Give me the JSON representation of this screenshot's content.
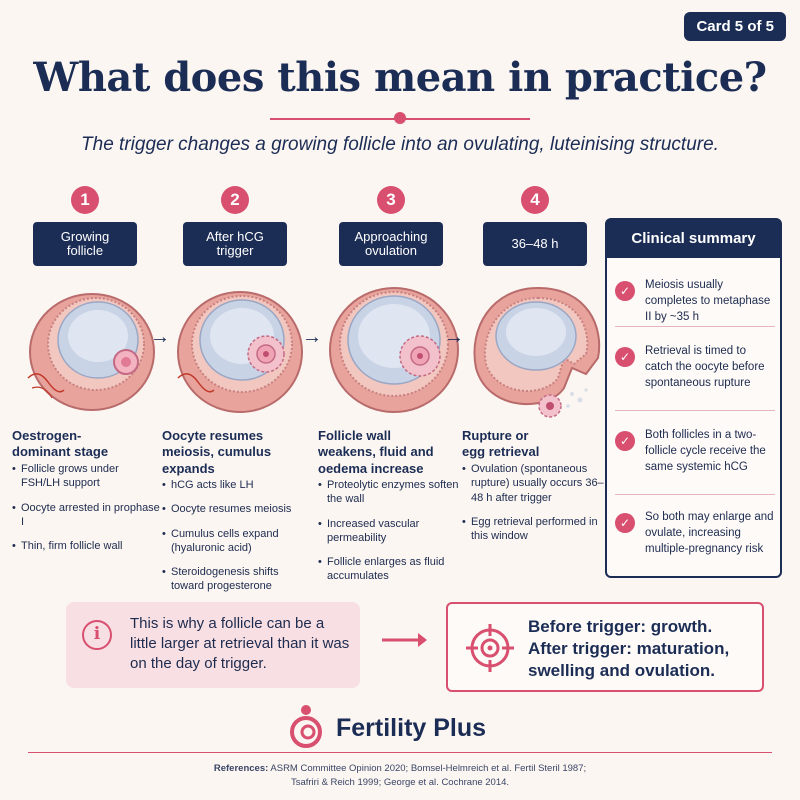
{
  "card_badge": "Card 5 of 5",
  "title": "What does this mean in practice?",
  "subtitle": "The trigger changes a growing follicle into an ovulating, luteinising structure.",
  "stages": [
    {
      "number": "1",
      "heading": [
        "Growing",
        "follicle"
      ],
      "title": [
        "Oestrogen-",
        "dominant stage"
      ],
      "points": [
        "Follicle grows under FSH/LH support",
        "Oocyte arrested in prophase I",
        "Thin, firm follicle wall"
      ]
    },
    {
      "number": "2",
      "heading": [
        "After hCG",
        "trigger"
      ],
      "title": [
        "Oocyte resumes",
        "meiosis, cumulus",
        "expands"
      ],
      "points": [
        "hCG acts like LH",
        "Oocyte resumes meiosis",
        "Cumulus cells expand (hyaluronic acid)",
        "Steroidogenesis shifts toward progesterone"
      ]
    },
    {
      "number": "3",
      "heading": [
        "Approaching",
        "ovulation"
      ],
      "title": [
        "Follicle wall",
        "weakens, fluid and",
        "oedema increase"
      ],
      "points": [
        "Proteolytic enzymes soften the wall",
        "Increased vascular permeability",
        "Follicle enlarges as fluid accumulates"
      ]
    },
    {
      "number": "4",
      "heading": [
        "36–48 h"
      ],
      "title": [
        "Rupture or",
        "egg retrieval"
      ],
      "points": [
        "Ovulation (spontaneous rupture) usually occurs 36–48 h after trigger",
        "Egg retrieval performed in this window"
      ]
    }
  ],
  "flow_arrow": "→",
  "clinical_summary": {
    "heading": "Clinical summary",
    "check_glyph": "✓",
    "items": [
      "Meiosis usually completes to metaphase II by ~35 h",
      "Retrieval is timed to catch the oocyte before spontaneous rupture",
      "Both follicles in a two-follicle cycle receive the same systemic hCG",
      "So both may enlarge and ovulate, increasing multiple-pregnancy risk"
    ]
  },
  "note": {
    "icon": "info-icon",
    "glyph": "i",
    "text": "This is why a follicle can be a little larger at retrieval than it was on the day of trigger."
  },
  "key_message": {
    "icon": "target-icon",
    "line1": "Before trigger: growth.",
    "line2": "After trigger: maturation, swelling and ovulation."
  },
  "brand": "Fertility Plus",
  "references": {
    "label": "References:",
    "line1": "ASRM Committee Opinion 2020; Bomsel-Helmreich et al. Fertil Steril 1987;",
    "line2": "Tsafriri & Reich 1999; George et al. Cochrane 2014."
  },
  "colors": {
    "navy": "#1b2c55",
    "accent": "#d84f6f",
    "pale_pink": "#f8dfe3",
    "background": "#fbf6f1"
  }
}
